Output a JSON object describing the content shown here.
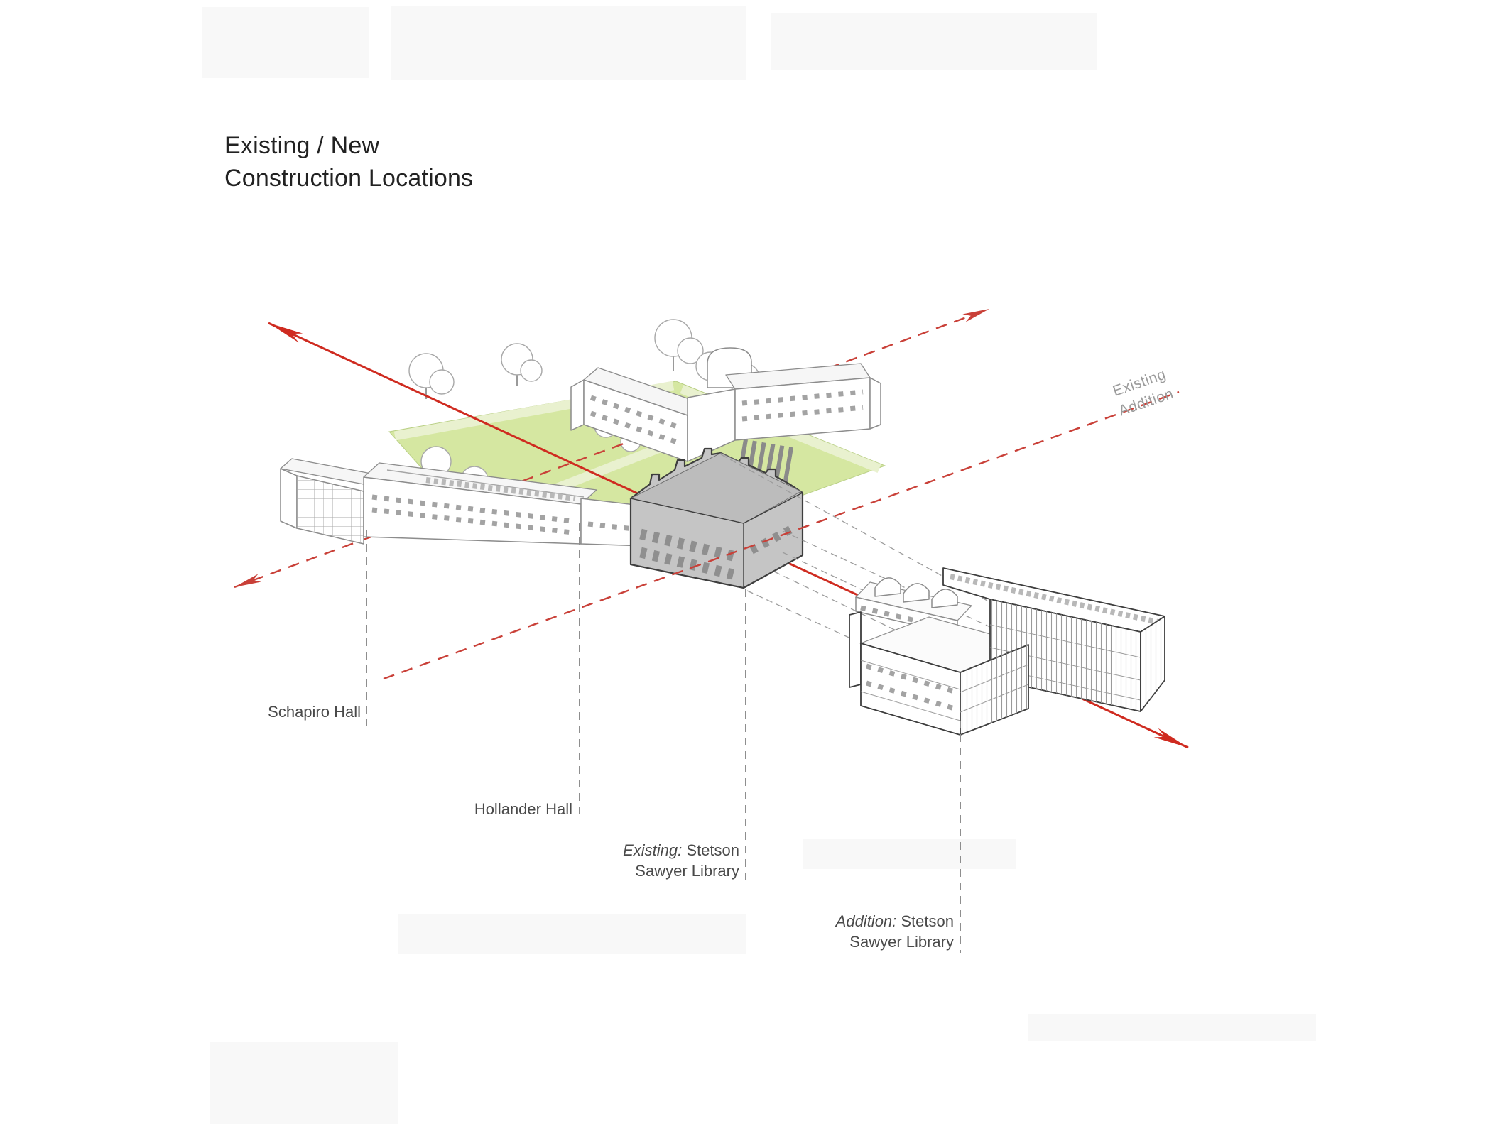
{
  "title": {
    "line1": "Existing / New",
    "line2": "Construction Locations"
  },
  "labels": {
    "schapiro": "Schapiro Hall",
    "hollander": "Hollander Hall",
    "existing_library": {
      "prefix": "Existing:",
      "rest": " Stetson",
      "line2": "Sawyer Library"
    },
    "addition_library": {
      "prefix": "Addition:",
      "rest": " Stetson",
      "line2": "Sawyer Library"
    },
    "axis": {
      "line1": "Existing",
      "line2": "Addition"
    }
  },
  "colors": {
    "axis_red": "#cf2b20",
    "dashed_red": "#c94038",
    "leader_gray": "#8e8e8e",
    "lawn_green": "#d5e7a1",
    "path_green": "#e9f1cf",
    "existing_fill": "#c5c5c5",
    "building_line": "#8c8c8c",
    "dark_line": "#3e3e3e",
    "label_text": "#4a4a4a",
    "axis_label_text": "#9b9b9b",
    "title_text": "#222222"
  }
}
